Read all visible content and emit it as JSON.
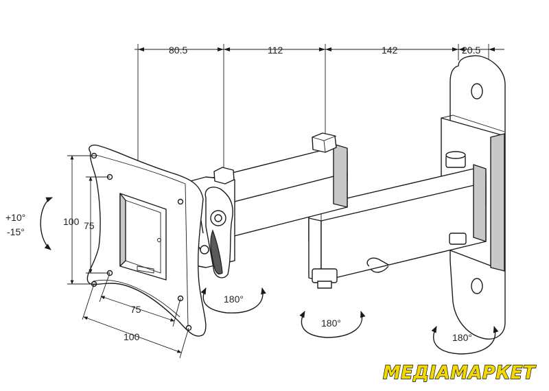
{
  "dimensions": {
    "top": [
      "80.5",
      "112",
      "142",
      "20.5"
    ],
    "vesa_height_outer": "100",
    "vesa_height_inner": "75",
    "vesa_width_inner": "75",
    "vesa_width_outer": "100"
  },
  "rotations": {
    "tilt_up": "+10°",
    "tilt_down": "-15°",
    "swivel_1": "180°",
    "swivel_2": "180°",
    "swivel_3": "180°"
  },
  "brand": {
    "logo_text": "МЕДІАМАРКЕТ",
    "logo_color": "#f2d800"
  }
}
